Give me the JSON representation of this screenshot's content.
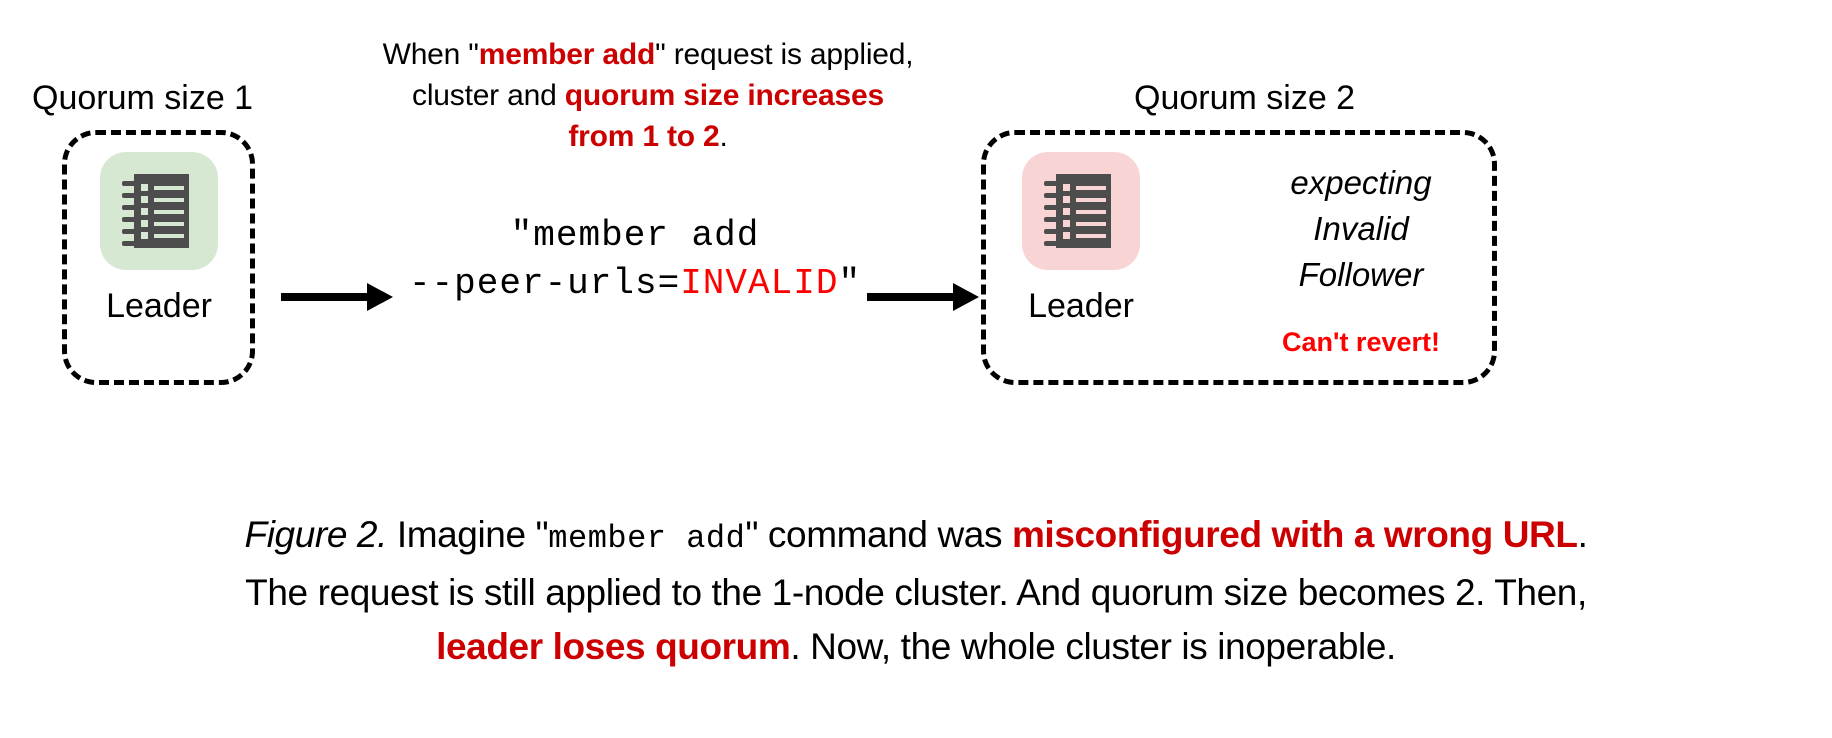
{
  "diagram": {
    "top_note": {
      "line1_prefix": "When \"",
      "line1_emphasis": "member add",
      "line1_suffix": "\" request is applied,",
      "line2_prefix": "cluster and ",
      "line2_emphasis": "quorum size increases",
      "line3_emphasis": "from 1 to 2",
      "line3_suffix": "."
    },
    "left_cluster": {
      "title": "Quorum size 1",
      "node_label": "Leader",
      "node_icon": "ledger-node-icon",
      "node_color": "#d6e7d2"
    },
    "right_cluster": {
      "title": "Quorum size 2",
      "node_label": "Leader",
      "node_icon": "ledger-node-icon",
      "node_color": "#f8d4d4",
      "follower_note_line1": "expecting",
      "follower_note_line2": "Invalid",
      "follower_note_line3": "Follower",
      "warning": "Can't revert!"
    },
    "command": {
      "line1": "\"member add",
      "line2_prefix": "--peer-urls=",
      "line2_invalid": "INVALID",
      "line2_suffix": "\""
    },
    "arrows": {
      "left_arrow": "arrow-right-icon",
      "right_arrow": "arrow-right-icon"
    }
  },
  "caption": {
    "figure_label": "Figure 2.",
    "seg1": " Imagine \"",
    "seg2_mono": "member add",
    "seg3": "\" command was ",
    "seg4_red": "misconfigured with a wrong URL",
    "seg5": ".",
    "line2": "The request is still applied to the 1-node cluster. And quorum size becomes 2. Then,",
    "line3_red": "leader loses quorum",
    "line3_suffix": ". Now, the whole cluster is inoperable."
  },
  "colors": {
    "accent_red": "#cc0000",
    "pure_red": "#fe0000",
    "leader_healthy": "#d6e7d2",
    "leader_broken": "#f8d4d4",
    "icon_body": "#4d4d4d"
  }
}
